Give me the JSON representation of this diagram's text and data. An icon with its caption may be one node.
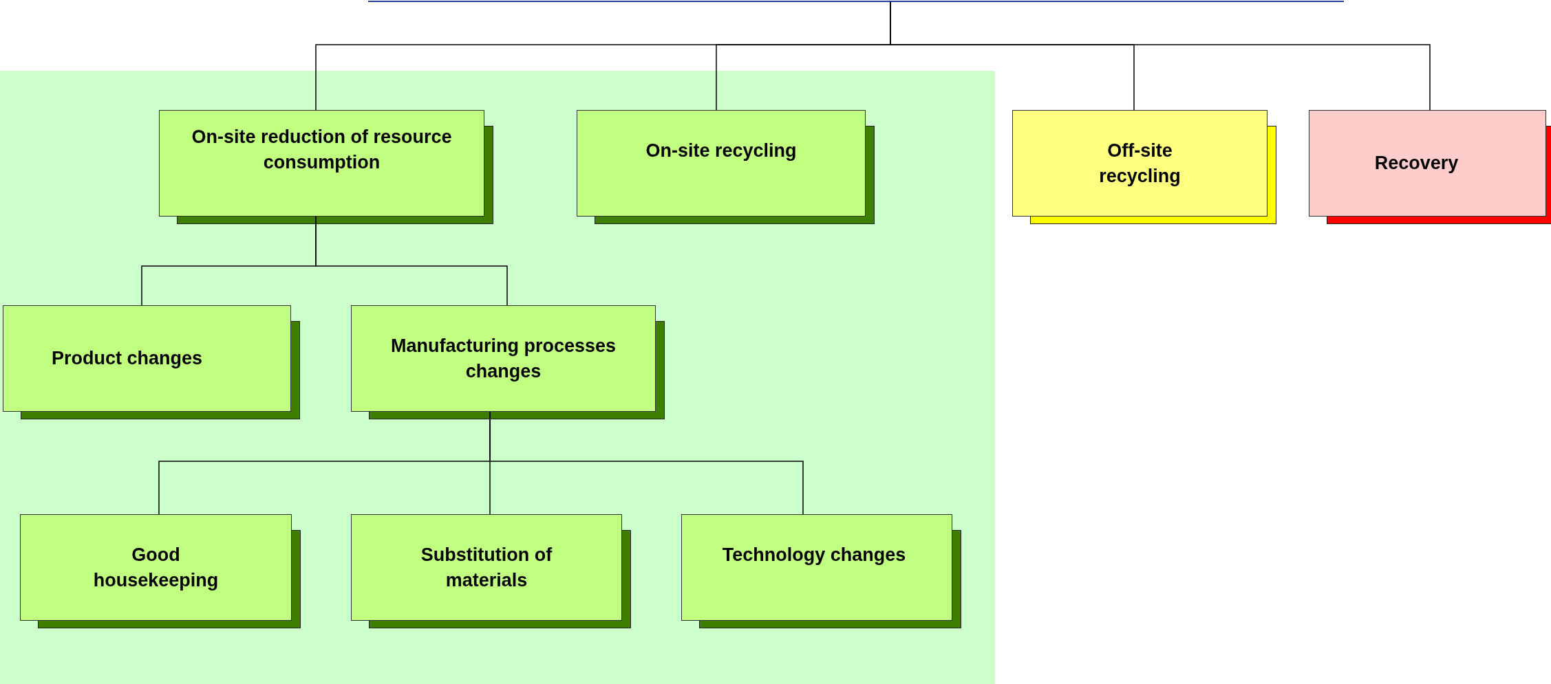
{
  "diagram": {
    "nodes": [
      {
        "text": [],
        "shape": "box"
      },
      {
        "text": [
          "On-site reduction of resource consumption"
        ]
      },
      {
        "text": [
          "On-site recycling"
        ]
      },
      {
        "text": [
          "Off-site recycling"
        ]
      },
      {
        "text": [
          "Recovery"
        ]
      },
      {
        "text": [
          "Product changes"
        ]
      },
      {
        "text": [
          "Manufacturing processes changes"
        ]
      },
      {
        "text": [
          "Good housekeeping"
        ]
      },
      {
        "text": [
          "Substitution of materials"
        ]
      },
      {
        "text": [
          "Technology changes"
        ]
      }
    ],
    "edges": [
      {
        "from": 0,
        "to": 1,
        "arrow": "none"
      },
      {
        "from": 0,
        "to": 2,
        "arrow": "none"
      },
      {
        "from": 0,
        "to": 3,
        "arrow": "none"
      },
      {
        "from": 0,
        "to": 4,
        "arrow": "none"
      },
      {
        "from": 1,
        "to": 5,
        "arrow": "none"
      },
      {
        "from": 1,
        "to": 6,
        "arrow": "none"
      },
      {
        "from": 6,
        "to": 7,
        "arrow": "none"
      },
      {
        "from": 6,
        "to": 8,
        "arrow": "none"
      },
      {
        "from": 6,
        "to": 9,
        "arrow": "none"
      }
    ]
  }
}
